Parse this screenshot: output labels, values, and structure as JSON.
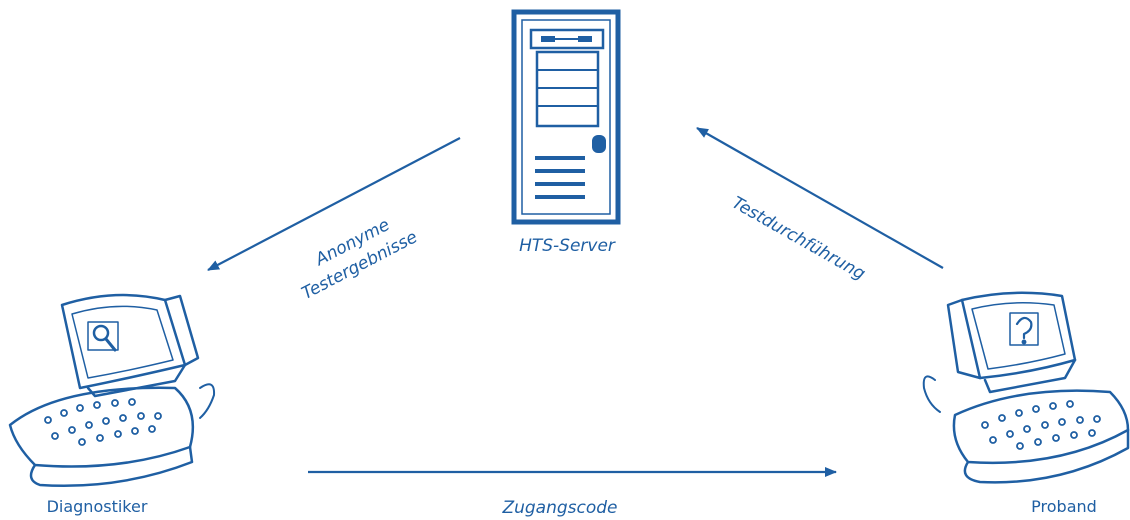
{
  "colors": {
    "primary": "#1f5fa3",
    "background": "#ffffff"
  },
  "nodes": {
    "server": {
      "label": "HTS-Server",
      "icon": "server-tower-icon"
    },
    "diagnostiker": {
      "label": "Diagnostiker",
      "icon": "computer-magnifier-icon"
    },
    "proband": {
      "label": "Proband",
      "icon": "computer-question-icon"
    }
  },
  "edges": {
    "server_to_diagnostiker": {
      "line1": "Anonyme",
      "line2": "Testergebnisse"
    },
    "proband_to_server": {
      "label": "Testdurchführung"
    },
    "diagnostiker_to_proband": {
      "label": "Zugangscode"
    }
  }
}
